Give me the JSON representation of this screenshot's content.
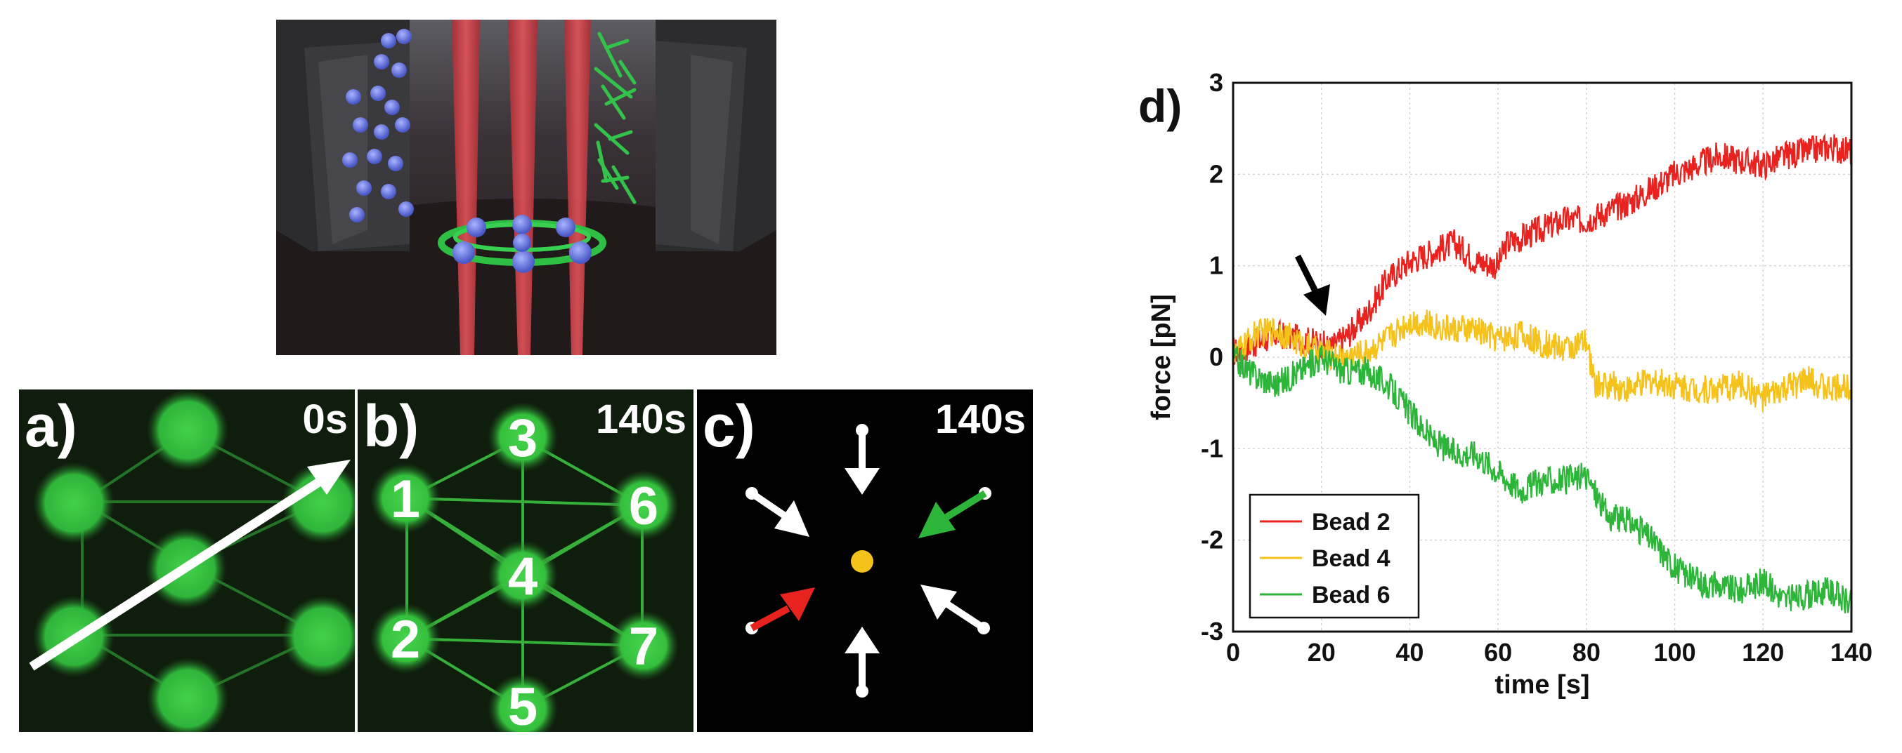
{
  "panels": {
    "a": {
      "label": "a)",
      "time": "0s"
    },
    "b": {
      "label": "b)",
      "time": "140s",
      "beads": [
        "1",
        "2",
        "3",
        "4",
        "5",
        "6",
        "7"
      ]
    },
    "c": {
      "label": "c)",
      "time": "140s"
    },
    "d": {
      "label": "d)"
    }
  },
  "colors": {
    "bead2": "#e8231f",
    "bead4": "#f5c21b",
    "bead6": "#2db53a",
    "fluorescence": "#34c23a",
    "trap": "#d9434a"
  },
  "chart_data": {
    "type": "line",
    "xlabel": "time [s]",
    "ylabel": "force [pN]",
    "xlim": [
      0,
      140
    ],
    "ylim": [
      -3,
      3
    ],
    "xticks": [
      0,
      20,
      40,
      60,
      80,
      100,
      120,
      140
    ],
    "yticks": [
      3,
      2,
      1,
      0,
      -1,
      -2,
      -3
    ],
    "grid": true,
    "legend_position": "bottom-left",
    "annotation": {
      "type": "arrow",
      "x": 21,
      "y": 0.3
    },
    "series": [
      {
        "name": "Bead 2",
        "color": "#e8231f",
        "x": [
          0,
          5,
          10,
          15,
          20,
          22,
          25,
          30,
          35,
          40,
          45,
          50,
          55,
          60,
          62,
          65,
          70,
          75,
          80,
          85,
          90,
          95,
          100,
          105,
          110,
          115,
          120,
          125,
          130,
          135,
          140
        ],
        "y": [
          0.05,
          0.15,
          0.25,
          0.2,
          0.15,
          0.1,
          0.2,
          0.45,
          0.85,
          1.05,
          1.15,
          1.25,
          1.05,
          1.0,
          1.25,
          1.3,
          1.4,
          1.5,
          1.5,
          1.6,
          1.7,
          1.85,
          2.0,
          2.1,
          2.2,
          2.15,
          2.1,
          2.2,
          2.25,
          2.3,
          2.25
        ]
      },
      {
        "name": "Bead 4",
        "color": "#f5c21b",
        "x": [
          0,
          5,
          10,
          15,
          20,
          25,
          30,
          35,
          40,
          45,
          50,
          55,
          60,
          65,
          70,
          75,
          80,
          82,
          85,
          90,
          95,
          100,
          105,
          110,
          115,
          120,
          125,
          130,
          135,
          140
        ],
        "y": [
          0.0,
          0.25,
          0.3,
          0.15,
          0.05,
          0.0,
          0.05,
          0.2,
          0.4,
          0.35,
          0.3,
          0.3,
          0.2,
          0.25,
          0.15,
          0.1,
          0.15,
          -0.3,
          -0.3,
          -0.35,
          -0.25,
          -0.3,
          -0.35,
          -0.35,
          -0.3,
          -0.45,
          -0.35,
          -0.25,
          -0.35,
          -0.3
        ]
      },
      {
        "name": "Bead 6",
        "color": "#2db53a",
        "x": [
          0,
          5,
          10,
          15,
          20,
          25,
          30,
          35,
          40,
          45,
          50,
          55,
          60,
          65,
          70,
          75,
          80,
          85,
          90,
          95,
          100,
          105,
          110,
          115,
          120,
          125,
          130,
          135,
          140
        ],
        "y": [
          0.0,
          -0.2,
          -0.3,
          -0.15,
          0.0,
          -0.15,
          -0.15,
          -0.3,
          -0.6,
          -0.9,
          -1.05,
          -1.05,
          -1.25,
          -1.45,
          -1.35,
          -1.35,
          -1.3,
          -1.75,
          -1.8,
          -2.0,
          -2.3,
          -2.45,
          -2.5,
          -2.55,
          -2.45,
          -2.65,
          -2.6,
          -2.55,
          -2.7
        ]
      }
    ]
  }
}
